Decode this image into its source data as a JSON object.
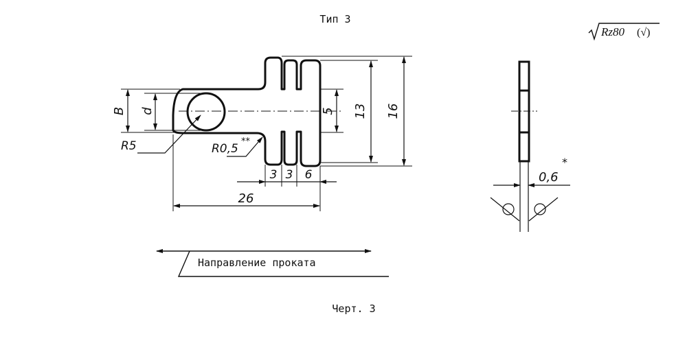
{
  "title": "Тип 3",
  "roughness": {
    "symbol": "Rz80",
    "suffix": "(√)"
  },
  "caption": "Черт. 3",
  "rolling_direction": "Направление проката",
  "dimensions": {
    "b": "B",
    "d": "d",
    "r5": "R5",
    "r05": "R0,5",
    "r05_mark": "**",
    "five": "5",
    "thirteen": "13",
    "sixteen": "16",
    "three_a": "3",
    "three_b": "3",
    "six": "6",
    "twenty_six": "26",
    "thickness": "0,6",
    "thickness_mark": "*"
  }
}
